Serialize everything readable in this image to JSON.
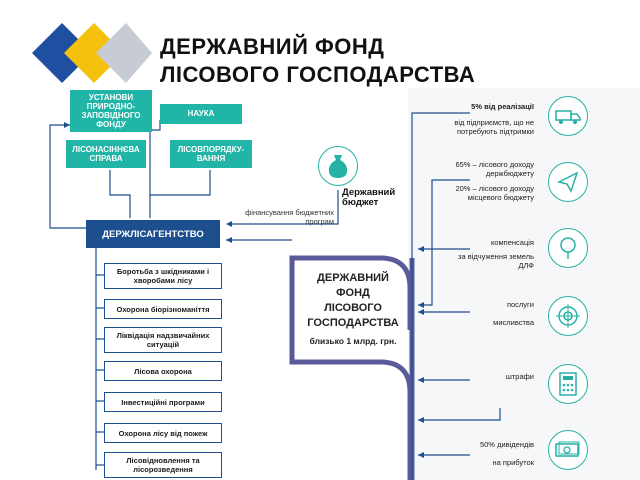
{
  "title": {
    "line1": "ДЕРЖАВНИЙ ФОНД",
    "line2": "ЛІСОВОГО ГОСПОДАРСТВА"
  },
  "colors": {
    "teal": "#20b5a6",
    "navy": "#1d4f8f",
    "purple": "#5a5a9a",
    "logo_blue": "#1f4fa0",
    "logo_yellow": "#f4c20d",
    "logo_grey": "#b9bec7"
  },
  "top_boxes": {
    "reserve": "УСТАНОВИ ПРИРОДНО-ЗАПОВІДНОГО ФОНДУ",
    "science": "НАУКА",
    "hunting": "ЛІСОНАСІННЄВА СПРАВА",
    "planning": "ЛІСОВПОРЯДКУ-ВАННЯ"
  },
  "agency": "ДЕРЖЛІСАГЕНТСТВО",
  "budget": {
    "label": "Державний бюджет",
    "financing": "фінансування бюджетних програм",
    "icon": "money-bag-icon"
  },
  "tasks": [
    "Боротьба з шкідниками і хворобами лісу",
    "Охорона біорізноманіття",
    "Ліквідація надзвичайних ситуацій",
    "Лісова охорона",
    "Інвестиційні програми",
    "Охорона лісу від пожеж",
    "Лісовідновлення та лісорозведення"
  ],
  "fund": {
    "line1": "ДЕРЖАВНИЙ",
    "line2": "ФОНД",
    "line3": "ЛІСОВОГО",
    "line4": "ГОСПОДАРСТВА",
    "amount": "близько 1 млрд. грн."
  },
  "sources": [
    {
      "title": "5% від реалізації",
      "note": "від підприємств, що не потребують підтримки",
      "icon": "truck-icon"
    },
    {
      "title": "65% – лісового доходу держбюджету",
      "note": "20% – лісового доходу місцевого бюджету",
      "icon": "paper-plane-icon"
    },
    {
      "title": "компенсація",
      "note": "за відчуження земель ДЛФ",
      "icon": "tree-icon"
    },
    {
      "title": "послуги",
      "note": "мисливства",
      "icon": "target-icon"
    },
    {
      "title": "штрафи",
      "note": "",
      "icon": "calculator-icon"
    },
    {
      "title": "50% дивідендів",
      "note": "на прибуток",
      "icon": "cash-icon"
    }
  ]
}
